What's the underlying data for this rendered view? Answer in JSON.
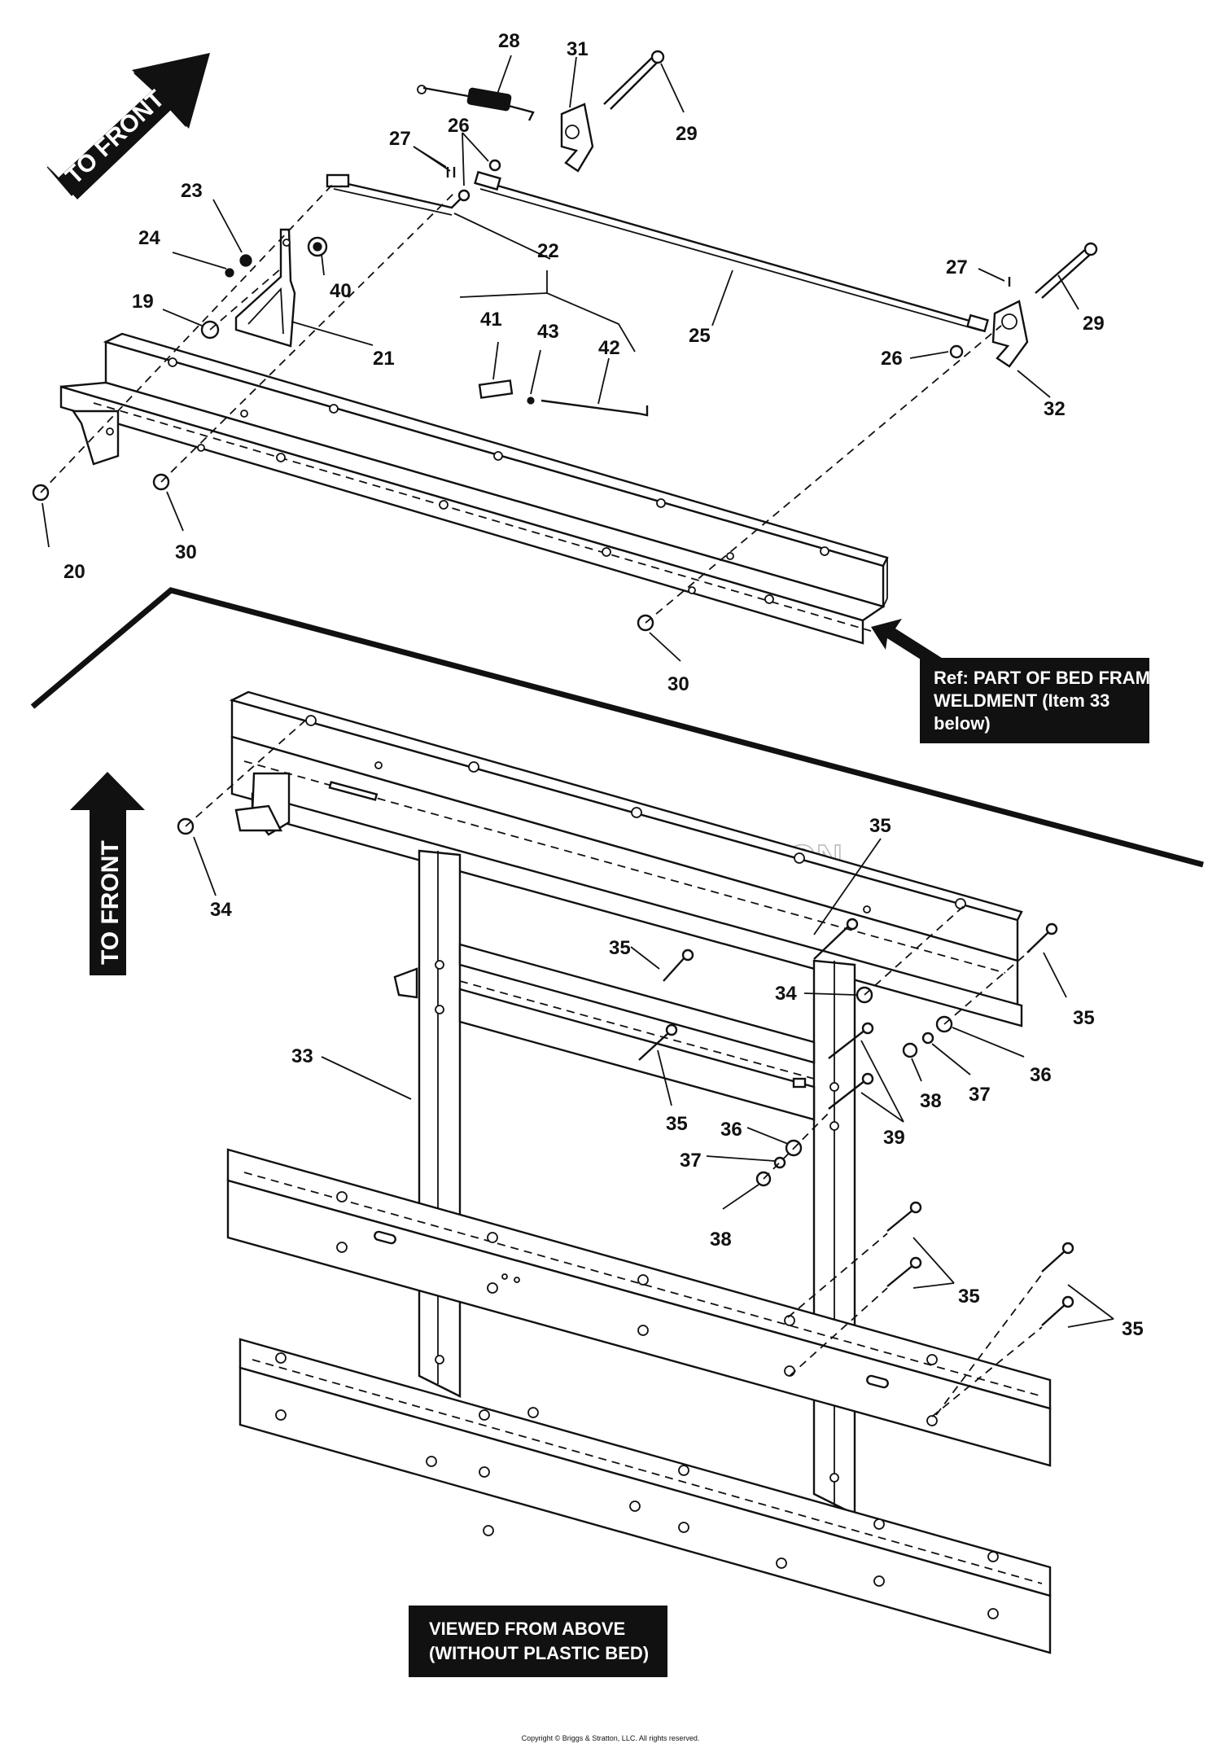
{
  "notes": {
    "ref_line1": "Ref: PART OF BED FRAME",
    "ref_line2": "WELDMENT (Item 33",
    "ref_line3": "below)",
    "view_line1": "VIEWED FROM ABOVE",
    "view_line2": "(WITHOUT PLASTIC BED)",
    "to_front_top": "TO FRONT",
    "to_front_left": "TO FRONT",
    "watermark": "BRIGGS&STRATTON",
    "copyright": "Copyright © Briggs & Stratton, LLC. All rights reserved."
  },
  "callouts": {
    "c28": "28",
    "c31": "31",
    "c29a": "29",
    "c27a": "27",
    "c26a": "26",
    "c23": "23",
    "c24": "24",
    "c40": "40",
    "c22": "22",
    "c19": "19",
    "c21": "21",
    "c41": "41",
    "c43": "43",
    "c42": "42",
    "c25": "25",
    "c27b": "27",
    "c29b": "29",
    "c26b": "26",
    "c32": "32",
    "c20": "20",
    "c30a": "30",
    "c30b": "30",
    "c34a": "34",
    "c35a": "35",
    "c35b": "35",
    "c34b": "34",
    "c35c": "35",
    "c36a": "36",
    "c33": "33",
    "c35d": "35",
    "c38a": "38",
    "c37a": "37",
    "c39": "39",
    "c36b": "36",
    "c37b": "37",
    "c38b": "38",
    "c35e": "35",
    "c35f": "35"
  }
}
